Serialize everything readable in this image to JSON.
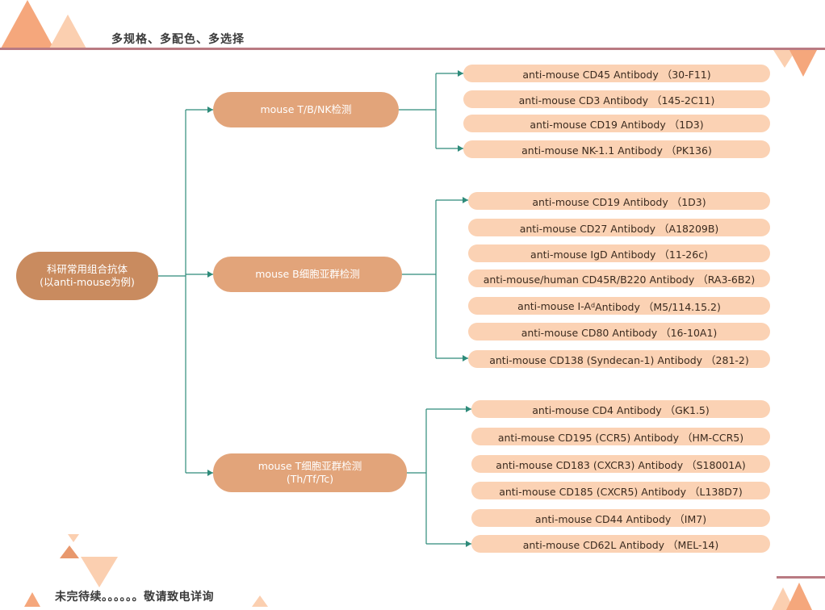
{
  "header": {
    "title": "多规格、多配色、多选择"
  },
  "footer": {
    "text": "未完待续。。。。。。敬请致电详询"
  },
  "colors": {
    "connector": "#2e8b7a",
    "root": "#c98b5f",
    "category": "#e2a47a",
    "leaf": "#fbd2b4",
    "rule": "#b97a82"
  },
  "diagram": {
    "root": {
      "label": "科研常用组合抗体\n(以anti-mouse为例)"
    },
    "categories": [
      {
        "label": "mouse T/B/NK检测",
        "antibodies": [
          "anti-mouse CD45 Antibody （30-F11)",
          "anti-mouse CD3 Antibody （145-2C11)",
          "anti-mouse CD19 Antibody （1D3)",
          "anti-mouse NK-1.1 Antibody （PK136)"
        ]
      },
      {
        "label": "mouse B细胞亚群检测",
        "antibodies": [
          "anti-mouse CD19 Antibody （1D3)",
          "anti-mouse CD27 Antibody （A18209B)",
          "anti-mouse IgD Antibody （11-26c)",
          "anti-mouse/human CD45R/B220 Antibody （RA3-6B2)",
          {
            "pre": "anti-mouse I-A",
            "sup": "d",
            "post": " Antibody （M5/114.15.2)"
          },
          "anti-mouse CD80 Antibody （16-10A1)",
          "anti-mouse CD138 (Syndecan-1) Antibody （281-2)"
        ]
      },
      {
        "label": "mouse T细胞亚群检测\n(Th/Tf/Tc)",
        "antibodies": [
          "anti-mouse CD4 Antibody （GK1.5)",
          "anti-mouse CD195 (CCR5) Antibody （HM-CCR5)",
          "anti-mouse CD183 (CXCR3) Antibody （S18001A)",
          "anti-mouse CD185 (CXCR5) Antibody （L138D7)",
          "anti-mouse CD44 Antibody （IM7)",
          "anti-mouse CD62L Antibody （MEL-14)"
        ]
      }
    ]
  }
}
